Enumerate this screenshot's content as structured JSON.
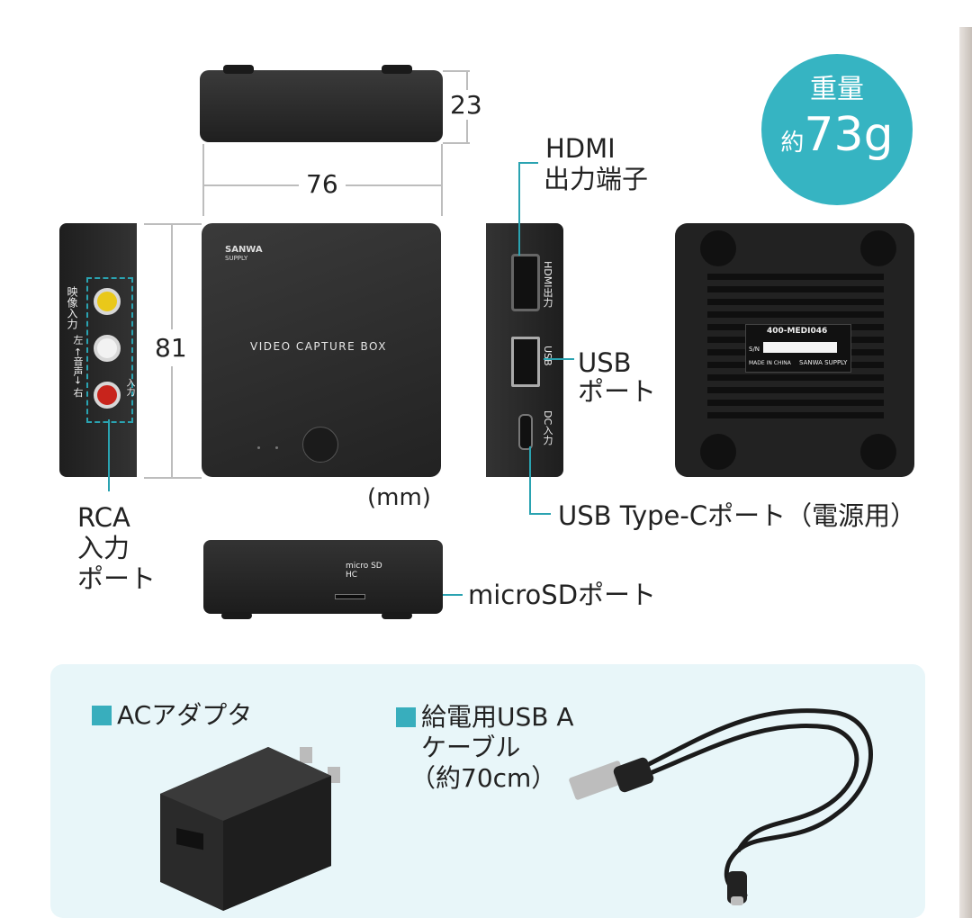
{
  "dims": {
    "height": "23",
    "width": "76",
    "depth": "81",
    "unit": "(mm)"
  },
  "badge": {
    "line1": "重量",
    "prefix": "約",
    "value": "73g"
  },
  "device": {
    "brand_line1": "SANWA",
    "brand_line2": "SUPPLY",
    "front_text": "VIDEO CAPTURE BOX",
    "rca_side_left": "映像入力",
    "rca_side_mid": "左 ←音声→ 右",
    "rca_side_bottom": "入力",
    "hdmi_side": "HDMI出力",
    "usb_side": "USB",
    "dc_side": "DC入力",
    "sd_mark": "micro SD HC",
    "bottom_model": "400-MEDI046",
    "bottom_sn": "S/N",
    "bottom_made": "MADE IN CHINA",
    "bottom_brand": "SANWA SUPPLY"
  },
  "callouts": {
    "hdmi": [
      "HDMI",
      "出力端子"
    ],
    "usb": [
      "USB",
      "ポート"
    ],
    "usbc": "USB Type-Cポート（電源用）",
    "rca": [
      "RCA",
      "入力",
      "ポート"
    ],
    "microsd": "microSDポート"
  },
  "accessories": {
    "ac": "ACアダプタ",
    "cable": [
      "給電用USB A",
      "ケーブル",
      "（約70cm）"
    ]
  },
  "colors": {
    "accent": "#36b4c2",
    "device": "#2b2b2b",
    "panel": "#e8f6f9"
  }
}
